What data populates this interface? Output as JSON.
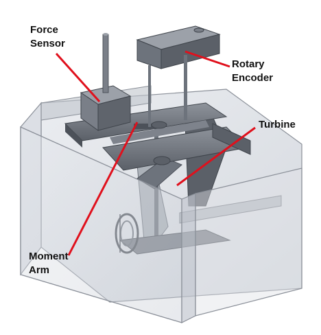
{
  "labels": {
    "force_sensor": [
      "Force",
      "Sensor"
    ],
    "rotary_encoder": [
      "Rotary",
      "Encoder"
    ],
    "turbine": "Turbine",
    "moment_arm": [
      "Moment",
      "Arm"
    ]
  },
  "colors": {
    "leader_line": "#e0101c",
    "steel": "#6d737c",
    "steel_dark": "#4c5159",
    "glass": "#cfd4dc",
    "glass_edge": "#8a8f98"
  }
}
